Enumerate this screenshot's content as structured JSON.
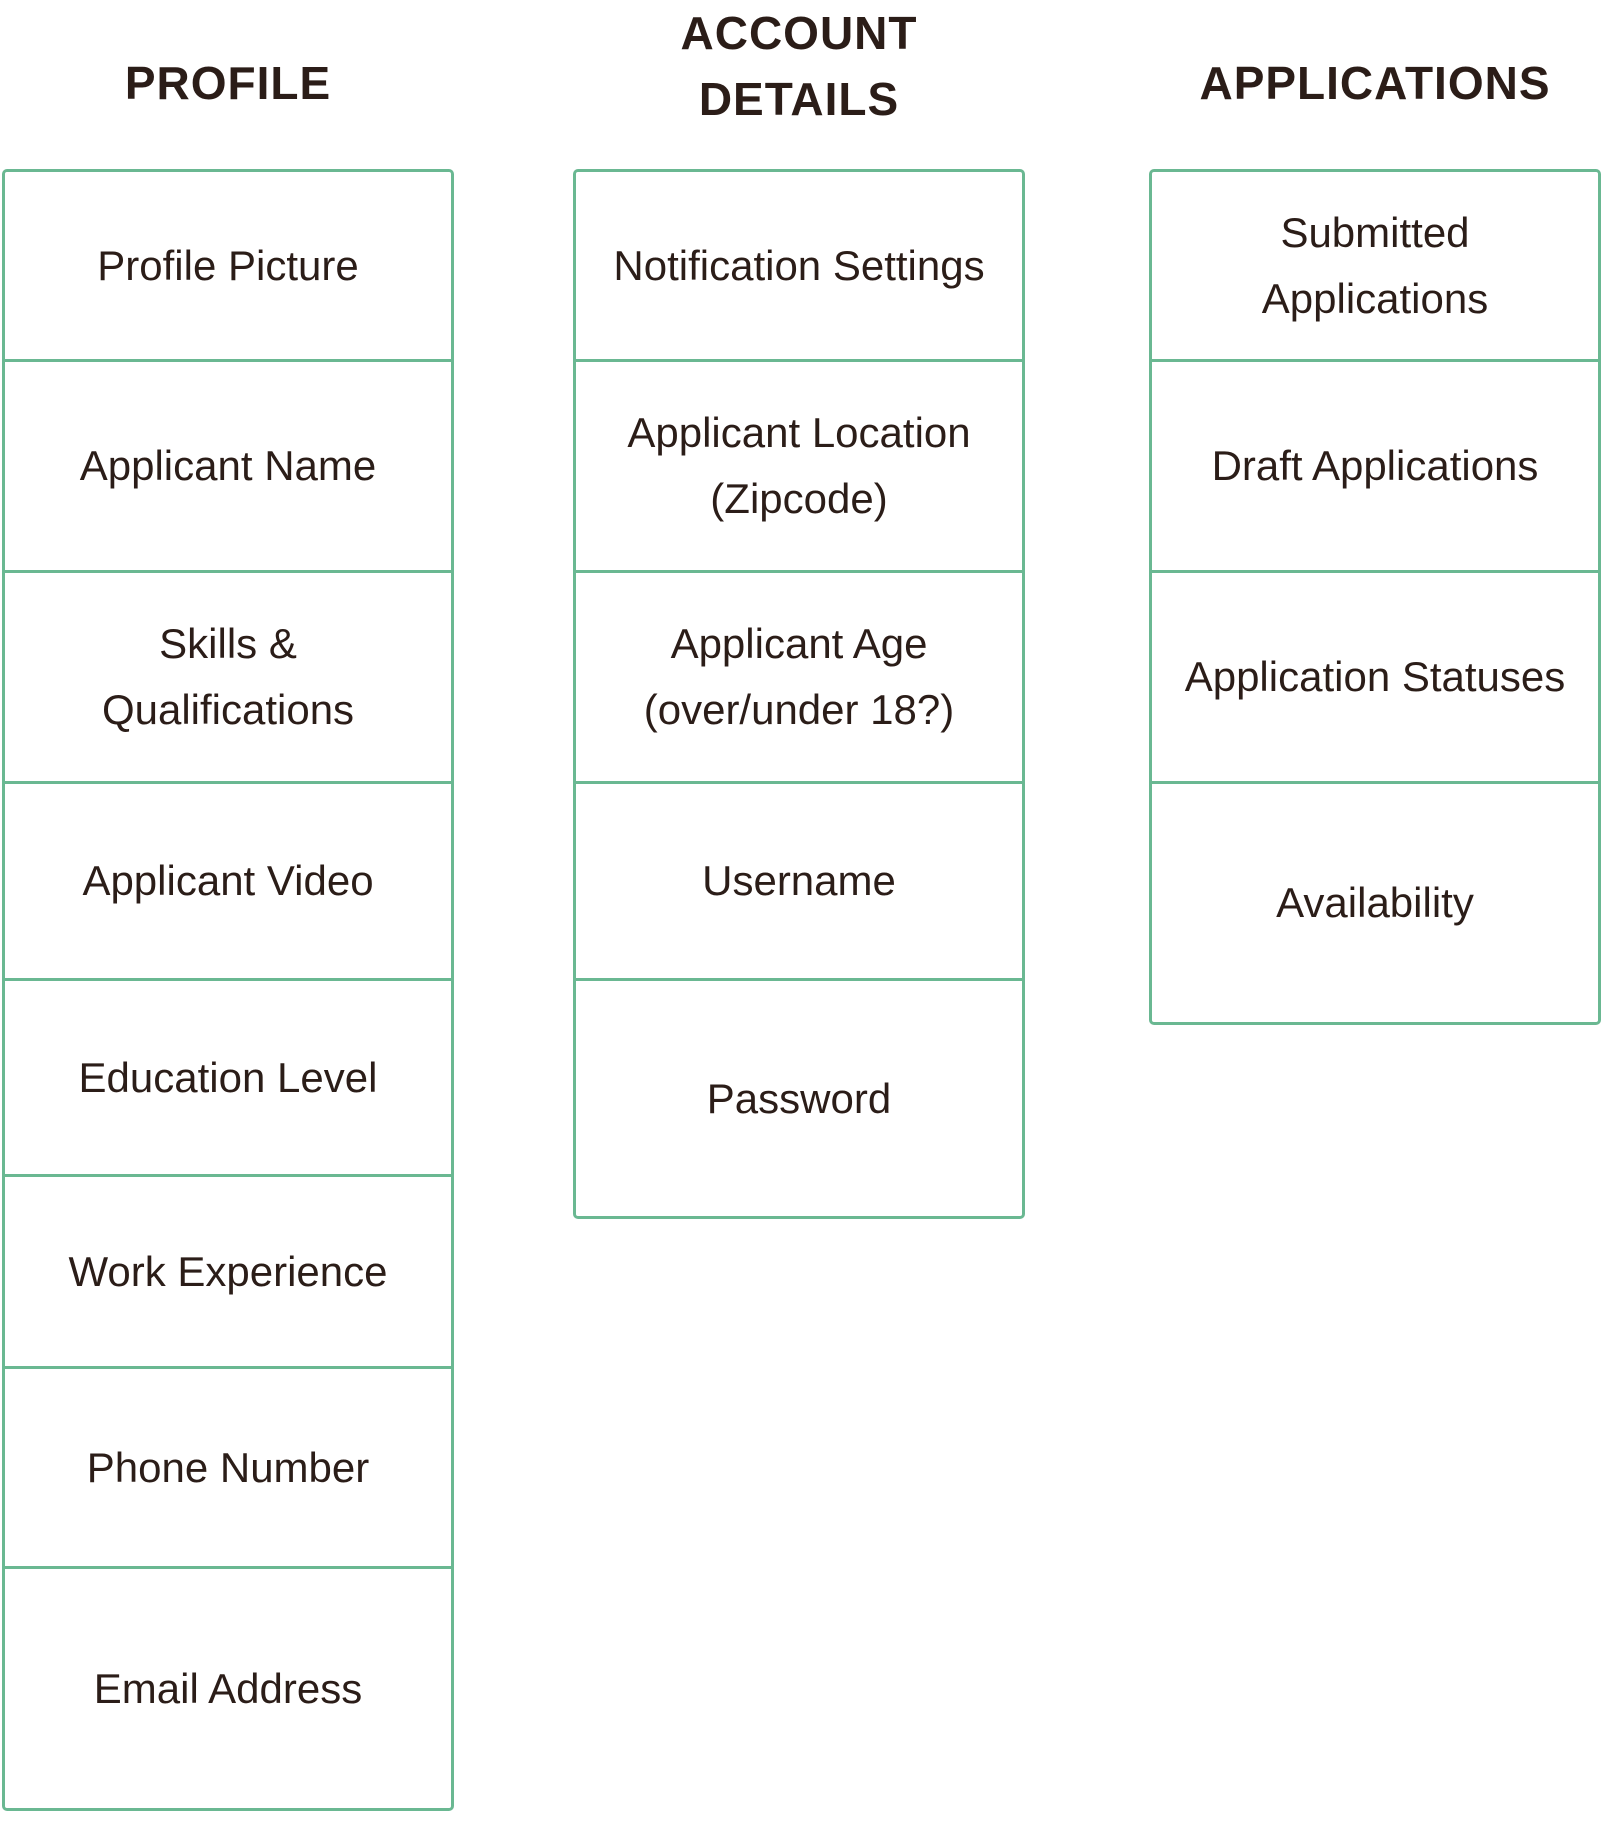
{
  "columns": [
    {
      "title": "PROFILE",
      "items": [
        "Profile Picture",
        "Applicant Name",
        "Skills & Qualifications",
        "Applicant Video",
        "Education Level",
        "Work Experience",
        "Phone Number",
        "Email Address"
      ]
    },
    {
      "title": "ACCOUNT DETAILS",
      "items": [
        "Notification Settings",
        "Applicant Location (Zipcode)",
        "Applicant Age (over/under 18?)",
        "Username",
        "Password"
      ]
    },
    {
      "title": "APPLICATIONS",
      "items": [
        "Submitted Applications",
        "Draft Applications",
        "Application Statuses",
        "Availability"
      ]
    }
  ],
  "colors": {
    "border": "#6ab892",
    "text": "#2b1d18",
    "background": "#ffffff"
  }
}
